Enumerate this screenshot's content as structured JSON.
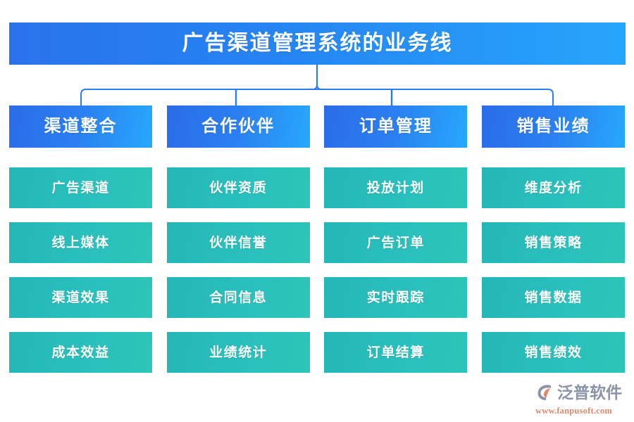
{
  "title": {
    "text": "广告渠道管理系统的业务线"
  },
  "colors": {
    "title_gradient_start": "#2a72eb",
    "title_gradient_end": "#27a5fb",
    "header_gradient_start": "#2a6ce9",
    "header_gradient_end": "#27a8fc",
    "sub_item_start": "#25b6b8",
    "sub_item_end": "#2ec4b6",
    "connector_line": "#2a7cf0",
    "logo_name": "#8a94a6",
    "logo_url": "#e08a6e"
  },
  "columns": [
    {
      "header": "渠道整合",
      "items": [
        "广告渠道",
        "线上媒体",
        "渠道效果",
        "成本效益"
      ]
    },
    {
      "header": "合作伙伴",
      "items": [
        "伙伴资质",
        "伙伴信誉",
        "合同信息",
        "业绩统计"
      ]
    },
    {
      "header": "订单管理",
      "items": [
        "投放计划",
        "广告订单",
        "实时跟踪",
        "订单结算"
      ]
    },
    {
      "header": "销售业绩",
      "items": [
        "维度分析",
        "销售策略",
        "销售数据",
        "销售绩效"
      ]
    }
  ],
  "logo": {
    "mark": "fanpu-swoosh-icon",
    "name": "泛普软件",
    "url": "www.fanpusoft.com"
  }
}
